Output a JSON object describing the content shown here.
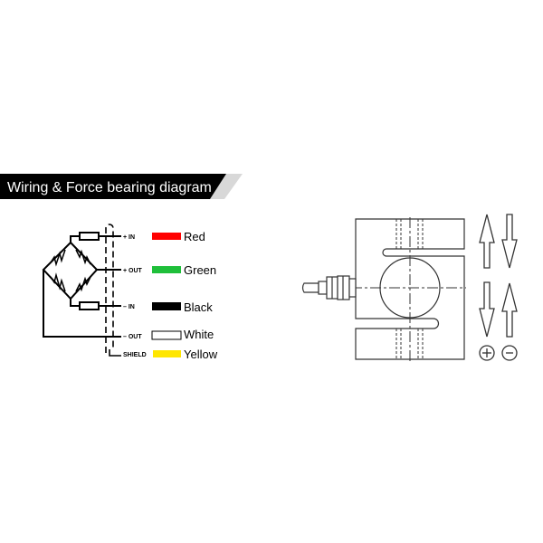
{
  "header": {
    "title": "Wiring & Force bearing diagram"
  },
  "wiring": [
    {
      "terminal": "+ IN",
      "color_name": "Red",
      "color": "#ff0000"
    },
    {
      "terminal": "+ OUT",
      "color_name": "Green",
      "color": "#1fbf3a"
    },
    {
      "terminal": "– IN",
      "color_name": "Black",
      "color": "#000000"
    },
    {
      "terminal": "– OUT",
      "color_name": "White",
      "color": "#ffffff"
    },
    {
      "terminal": "SHIELD",
      "color_name": "Yellow",
      "color": "#ffe600"
    }
  ],
  "force": {
    "plus_symbol": "+",
    "minus_symbol": "−"
  }
}
